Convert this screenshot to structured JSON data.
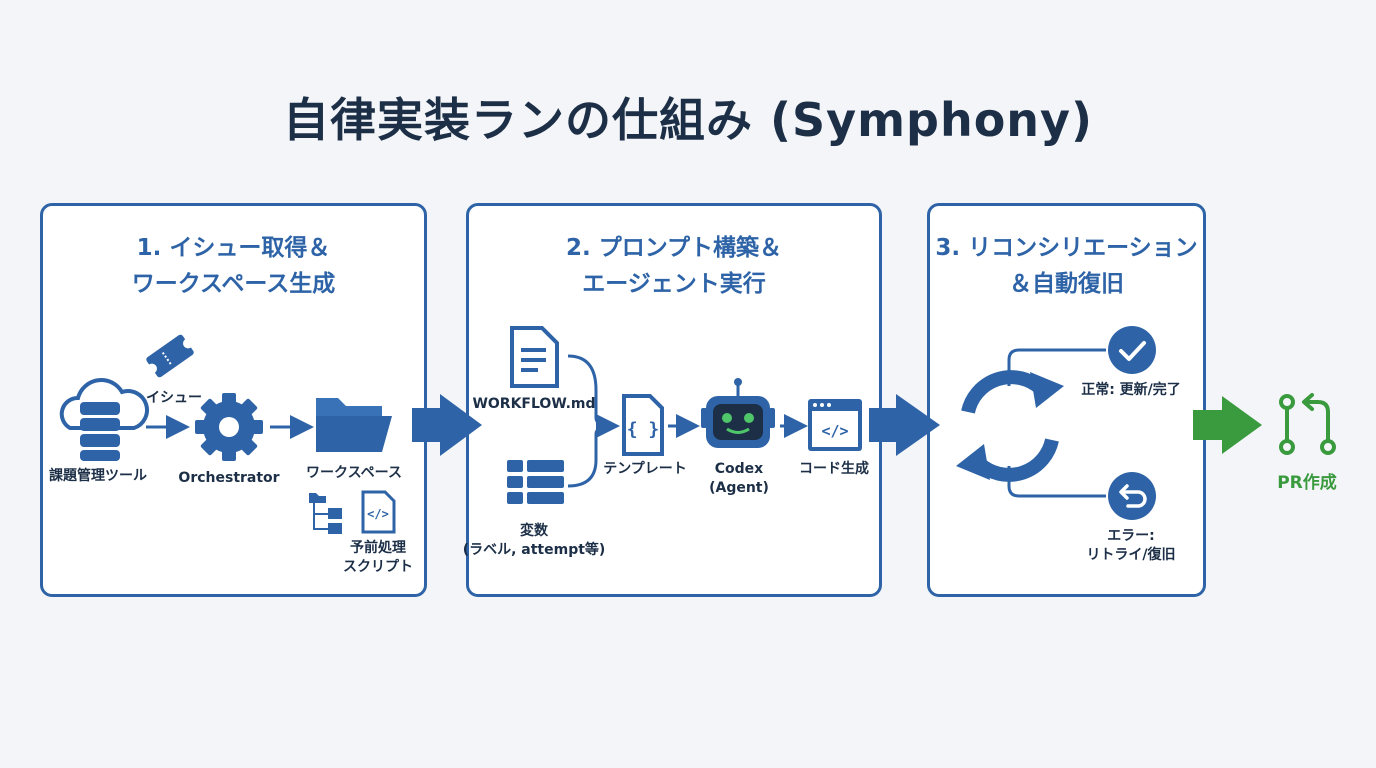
{
  "title": "自律実装ランの仕組み (Symphony)",
  "panels": [
    {
      "title_line1": "1. イシュー取得＆",
      "title_line2": "ワークスペース生成",
      "items": {
        "tracker": "課題管理ツール",
        "issue": "イシュー",
        "orchestrator": "Orchestrator",
        "workspace": "ワークスペース",
        "preprocess_line1": "予前処理",
        "preprocess_line2": "スクリプト"
      }
    },
    {
      "title_line1": "2. プロンプト構築＆",
      "title_line2": "エージェント実行",
      "items": {
        "workflow": "WORKFLOW.md",
        "variables_line1": "変数",
        "variables_line2": "(ラベル, attempt等)",
        "template": "テンプレート",
        "codex_line1": "Codex",
        "codex_line2": "(Agent)",
        "codegen": "コード生成"
      }
    },
    {
      "title_line1": "3. リコンシリエーション",
      "title_line2": "＆自動復旧",
      "items": {
        "normal": "正常: 更新/完了",
        "error_line1": "エラー:",
        "error_line2": "リトライ/復旧"
      }
    }
  ],
  "output": {
    "label": "PR作成"
  },
  "colors": {
    "primary": "#2e64a7",
    "dark": "#1c2f47",
    "success": "#3a9a3e",
    "background": "#f3f5f8"
  },
  "icons": [
    "cloud-database-icon",
    "ticket-icon",
    "gear-icon",
    "folder-icon",
    "folder-tree-icon",
    "code-file-icon",
    "document-icon",
    "list-icon",
    "braces-file-icon",
    "robot-icon",
    "code-window-icon",
    "refresh-cycle-icon",
    "check-circle-icon",
    "undo-circle-icon",
    "pull-request-icon"
  ]
}
